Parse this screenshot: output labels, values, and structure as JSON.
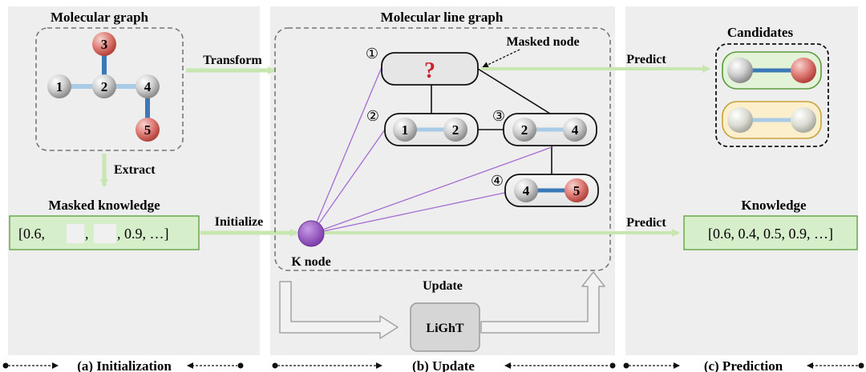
{
  "panels": {
    "a": {
      "title": "Molecular graph",
      "caption": "(a) Initialization",
      "arrow_extract": "Extract",
      "masked_title": "Masked knowledge",
      "masked_parts": [
        "[0.6,",
        ",",
        ", 0.9, …]"
      ],
      "arrow_initialize": "Initialize",
      "arrow_transform": "Transform",
      "atoms": [
        "1",
        "2",
        "3",
        "4",
        "5"
      ]
    },
    "b": {
      "title": "Molecular line graph",
      "caption": "(b) Update",
      "masked_node": "Masked node",
      "question": "?",
      "circled": [
        "①",
        "②",
        "③",
        "④"
      ],
      "k_node": "K node",
      "update": "Update",
      "model": "LiGhT",
      "nodes": [
        {
          "a": "1",
          "b": "2"
        },
        {
          "a": "2",
          "b": "4"
        },
        {
          "a": "4",
          "b": "5"
        }
      ]
    },
    "c": {
      "caption": "(c) Prediction",
      "candidates": "Candidates",
      "predict1": "Predict",
      "predict2": "Predict",
      "knowledge_title": "Knowledge",
      "knowledge_value": "[0.6, 0.4, 0.5, 0.9, …]"
    }
  },
  "colors": {
    "panel_bg": "#eeeeee",
    "green_arrow": "#c8e6b0",
    "green_box": "#d7eecb",
    "purple": "#9b59c6",
    "dark_bond": "#3a78b8",
    "light_bond": "#a9cbe6",
    "red_atom": "#d9706b"
  }
}
